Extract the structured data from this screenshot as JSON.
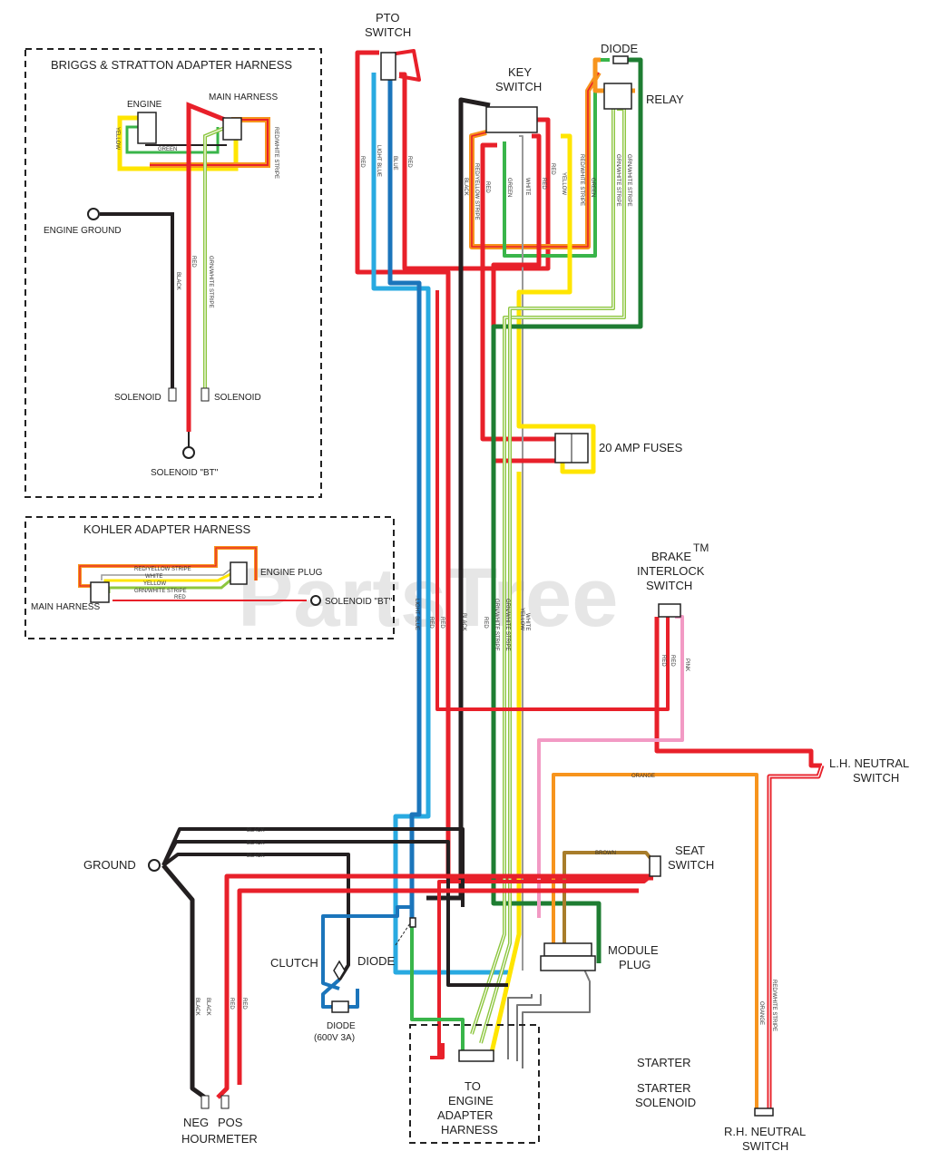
{
  "watermark": "PartsTree",
  "watermark_tm": "TM",
  "inset_briggs": {
    "title": "BRIGGS & STRATTON ADAPTER HARNESS",
    "engine": "ENGINE",
    "main_harness": "MAIN HARNESS",
    "engine_ground": "ENGINE GROUND",
    "solenoid_a": "SOLENOID",
    "solenoid_b": "SOLENOID",
    "solenoid_bt": "SOLENOID \"BT\"",
    "wire_yellow": "YELLOW",
    "wire_green": "GREEN",
    "wire_red_white": "RED/WHITE STRIPE",
    "wire_black": "BLACK",
    "wire_red": "RED",
    "wire_grn_white": "GRN/WHITE STRIPE"
  },
  "inset_kohler": {
    "title": "KOHLER ADAPTER HARNESS",
    "engine_plug": "ENGINE PLUG",
    "main_harness": "MAIN HARNESS",
    "solenoid_bt": "SOLENOID \"BT\"",
    "wire_red_yellow": "RED/YELLOW STRIPE",
    "wire_white": "WHITE",
    "wire_yellow": "YELLOW",
    "wire_grn_white": "GRN/WHITE STRIPE",
    "wire_red": "RED"
  },
  "components": {
    "pto_switch": "PTO\nSWITCH",
    "diode_top": "DIODE",
    "relay": "RELAY",
    "key_switch": "KEY\nSWITCH",
    "fuses": "20 AMP FUSES",
    "brake_interlock": "BRAKE\nINTERLOCK\nSWITCH",
    "lh_neutral": "L.H. NEUTRAL\nSWITCH",
    "seat_switch": "SEAT\nSWITCH",
    "module_plug": "MODULE\nPLUG",
    "ground": "GROUND",
    "clutch": "CLUTCH",
    "diode_mid": "DIODE",
    "diode_bottom": "DIODE\n(600V 3A)",
    "starter": "STARTER",
    "starter_solenoid": "STARTER\nSOLENOID",
    "neg": "NEG",
    "pos": "POS",
    "hourmeter": "HOURMETER",
    "to_engine": "TO\nENGINE\nADAPTER\nHARNESS",
    "rh_neutral": "R.H. NEUTRAL\nSWITCH"
  },
  "wire_labels": {
    "red": "RED",
    "blue": "BLUE",
    "light_blue": "LIGHT BLUE",
    "black": "BLACK",
    "green": "GREEN",
    "white": "WHITE",
    "yellow": "YELLOW",
    "red_white": "RED/WHITE STRIPE",
    "red_yellow": "RED/YELLOW STRIPE",
    "grn_white": "GRN/WHITE STRIPE",
    "orange": "ORANGE",
    "brown": "BROWN",
    "pink": "PINK"
  },
  "colors": {
    "red": "#e8202a",
    "black": "#231f20",
    "blue": "#1b75bb",
    "light_blue": "#29aae1",
    "green": "#39b54a",
    "dark_green": "#1e7d32",
    "yellow": "#ffe500",
    "orange": "#f7941d",
    "brown": "#a87d2b",
    "pink": "#f29ac4"
  }
}
